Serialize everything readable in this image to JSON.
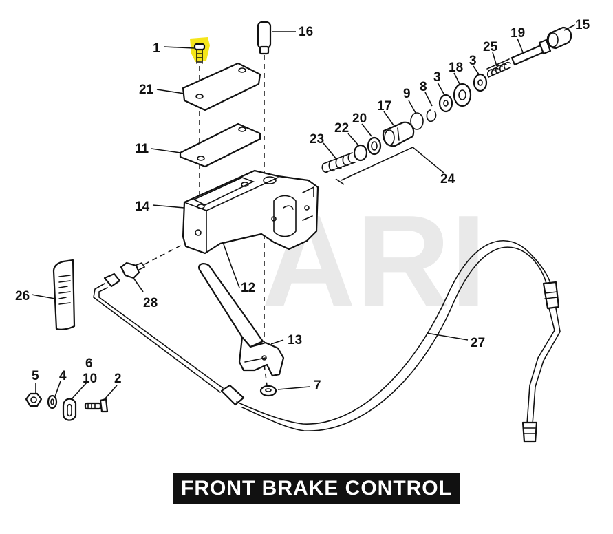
{
  "title": "FRONT BRAKE CONTROL",
  "watermark": "ARI",
  "highlight_color": "#f5e51b",
  "callouts": {
    "c1": "1",
    "c2": "2",
    "c3a": "3",
    "c3b": "3",
    "c4": "4",
    "c5": "5",
    "c6": "6",
    "c7": "7",
    "c8": "8",
    "c9": "9",
    "c10": "10",
    "c11": "11",
    "c12": "12",
    "c13": "13",
    "c14": "14",
    "c15": "15",
    "c16": "16",
    "c17": "17",
    "c18": "18",
    "c19": "19",
    "c20": "20",
    "c21": "21",
    "c22": "22",
    "c23": "23",
    "c24": "24",
    "c25": "25",
    "c26": "26",
    "c27": "27",
    "c28": "28"
  }
}
